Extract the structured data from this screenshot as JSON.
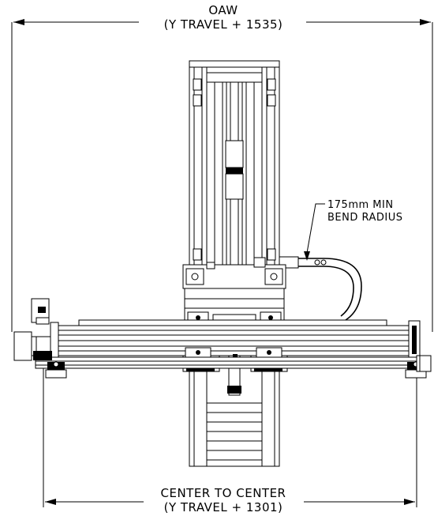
{
  "dimensions": {
    "overall": {
      "label": "OAW",
      "expression": "(Y TRAVEL + 1535)"
    },
    "center": {
      "label": "CENTER TO CENTER",
      "expression": "(Y TRAVEL + 1301)"
    }
  },
  "note": {
    "line1": "175mm MIN",
    "line2": "BEND RADIUS"
  }
}
